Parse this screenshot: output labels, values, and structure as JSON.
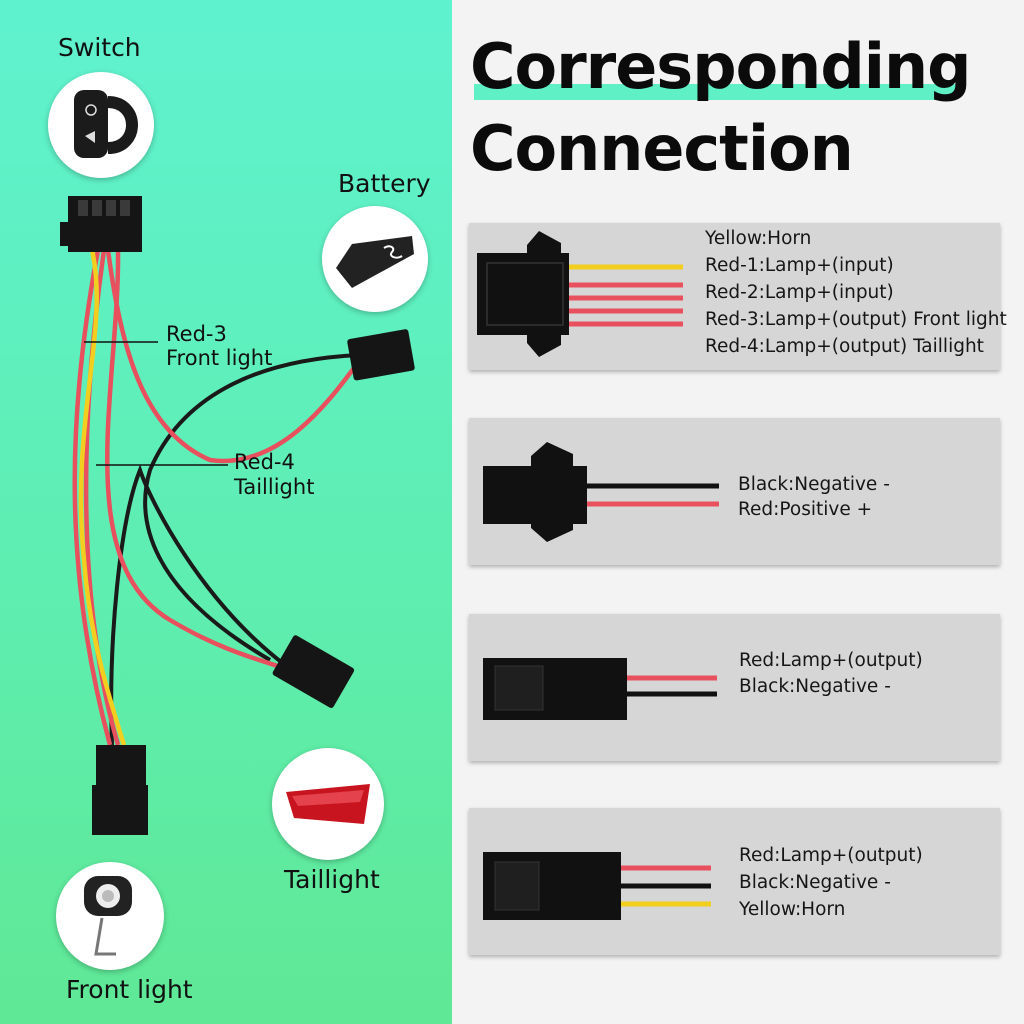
{
  "title": {
    "line1": "Corresponding",
    "line2": "Connection"
  },
  "left_diagram": {
    "components": {
      "switch": "Switch",
      "battery": "Battery",
      "taillight": "Taillight",
      "front_light": "Front light"
    },
    "callouts": {
      "red3_line1": "Red-3",
      "red3_line2": "Front light",
      "red4_line1": "Red-4",
      "red4_line2": "Taillight"
    }
  },
  "cards": [
    {
      "lines": [
        "Yellow:Horn",
        "Red-1:Lamp+(input)",
        "Red-2:Lamp+(input)",
        "Red-3:Lamp+(output) Front light",
        "Red-4:Lamp+(output) Taillight"
      ]
    },
    {
      "lines": [
        "Black:Negative -",
        "Red:Positive +"
      ]
    },
    {
      "lines": [
        "Red:Lamp+(output)",
        "Black:Negative -"
      ]
    },
    {
      "lines": [
        "Red:Lamp+(output)",
        "Black:Negative -",
        "Yellow:Horn"
      ]
    }
  ],
  "colors": {
    "red_wire": "#e8505e",
    "yellow_wire": "#f2cf1e",
    "black_wire": "#1a1a1a",
    "accent": "#5ff0c6"
  }
}
